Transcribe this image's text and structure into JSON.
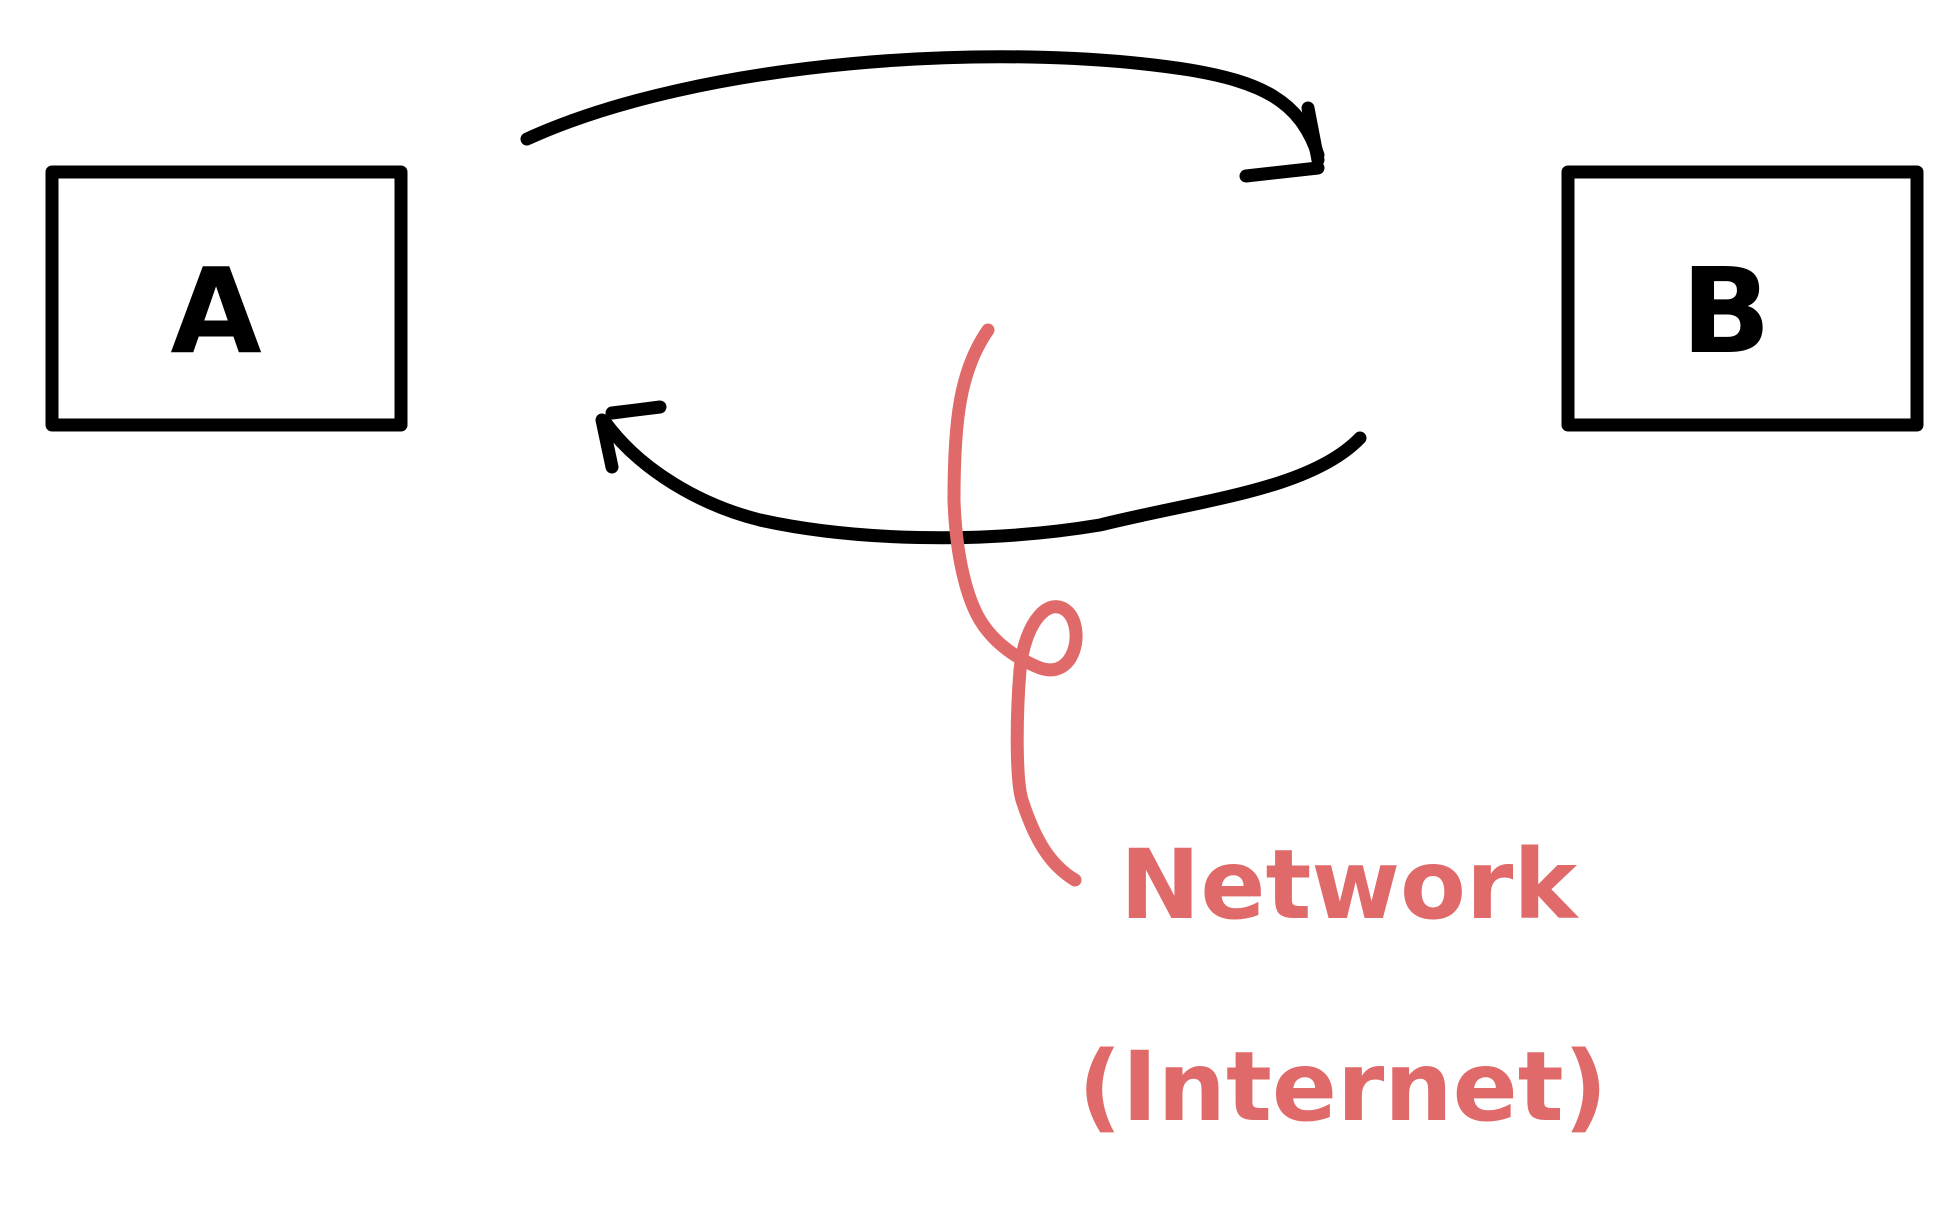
{
  "nodes": {
    "a": {
      "label": "A"
    },
    "b": {
      "label": "B"
    }
  },
  "annotation": {
    "line1": "Network",
    "line2": "(Internet)"
  },
  "colors": {
    "ink": "#000000",
    "accent": "#e06a6a",
    "background": "#ffffff"
  }
}
